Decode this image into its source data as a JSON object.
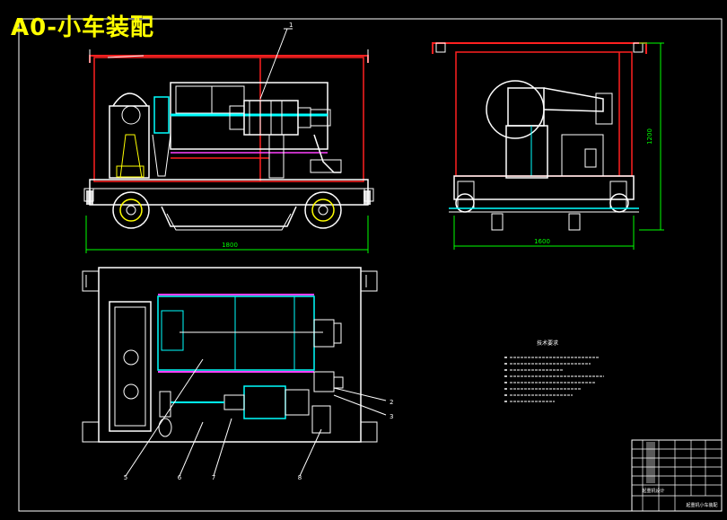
{
  "drawing": {
    "title": "A0-小车装配",
    "part_labels": [
      "1",
      "2",
      "3",
      "5",
      "6",
      "7",
      "8"
    ],
    "dimension_labels": [
      "1800",
      "1600",
      "1200"
    ],
    "tech_requirements_heading": "技术要求",
    "tech_requirement_items": 8,
    "title_block": {
      "drawing_name": "起重机小车装配",
      "company": "起重机设计"
    },
    "colors": {
      "background": "#000000",
      "outline": "#ffffff",
      "frame": "#ff2020",
      "shaft": "#00ffff",
      "accent": "#ff40ff",
      "dimension": "#00ff00",
      "title": "#ffff00"
    }
  }
}
